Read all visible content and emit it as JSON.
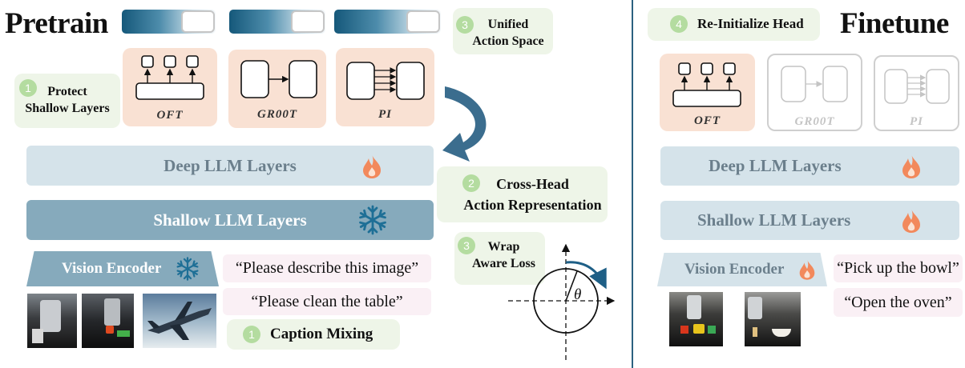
{
  "pretrain": {
    "title": "Pretrain",
    "notes": {
      "protect": {
        "num": "1",
        "text": "Protect\nShallow Layers"
      },
      "unified": {
        "num": "3",
        "text": "Unified\nAction Space"
      },
      "cross_head": {
        "num": "2",
        "text": "Cross-Head\nAction Representation"
      },
      "wrap": {
        "num": "3",
        "text": "Wrap\nAware Loss"
      },
      "caption": {
        "num": "1",
        "text": "Caption Mixing"
      }
    },
    "heads": [
      {
        "label": "OFT",
        "type": "oft"
      },
      {
        "label": "GR00T",
        "type": "gr00t"
      },
      {
        "label": "PI",
        "type": "pi"
      }
    ],
    "deep_layers": "Deep LLM Layers",
    "shallow_layers": "Shallow LLM Layers",
    "vision_encoder": "Vision Encoder",
    "prompts": [
      "“Please describe this image”",
      "“Please clean the table”"
    ],
    "theta": "θ"
  },
  "finetune": {
    "title": "Finetune",
    "note": {
      "num": "4",
      "text": "Re-Initialize Head"
    },
    "heads": [
      {
        "label": "OFT",
        "type": "oft",
        "active": true
      },
      {
        "label": "GR00T",
        "type": "gr00t",
        "active": false
      },
      {
        "label": "PI",
        "type": "pi",
        "active": false
      }
    ],
    "deep_layers": "Deep LLM Layers",
    "shallow_layers": "Shallow LLM Layers",
    "vision_encoder": "Vision Encoder",
    "prompts": [
      "“Pick up the bowl”",
      "“Open the oven”"
    ]
  },
  "icons": {
    "fire": "fire-icon",
    "snowflake": "snowflake-icon"
  },
  "colors": {
    "frozen": "#86aabc",
    "tunable": "#d5e3ea",
    "fire": "#f2895c",
    "snow": "#1e6f96",
    "head": "#f9e1d3",
    "note": "#eef5e8",
    "accent": "#2c6180"
  }
}
